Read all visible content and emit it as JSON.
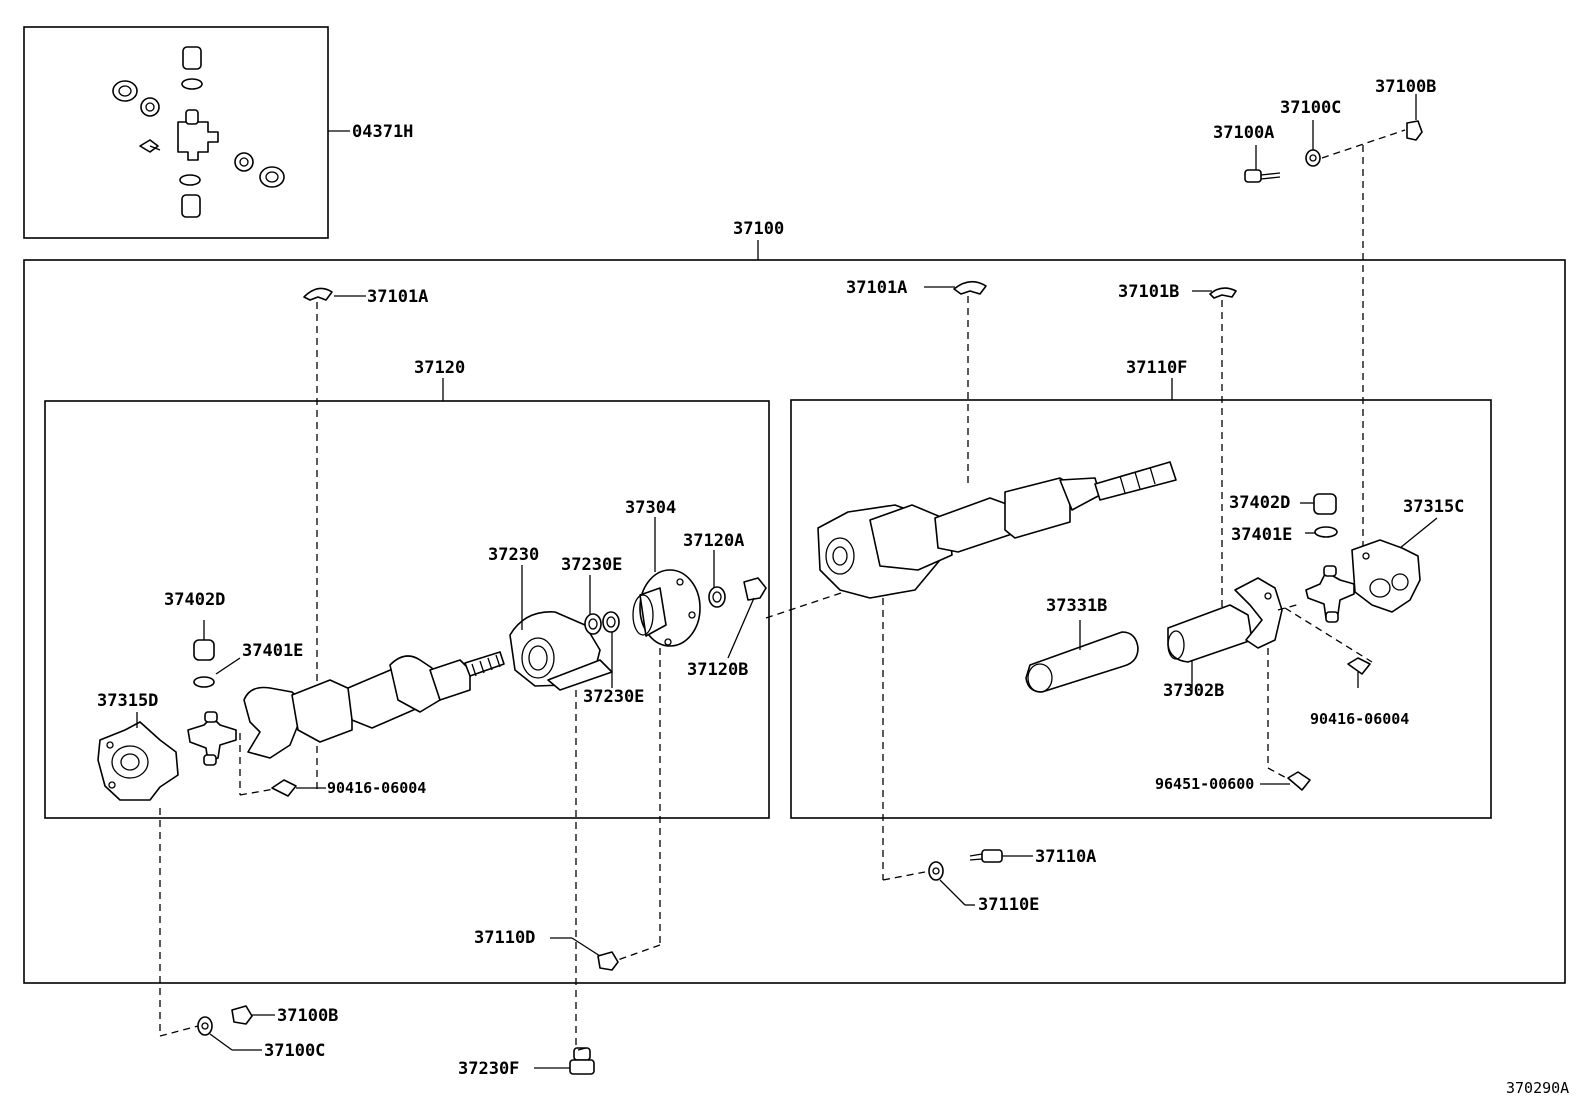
{
  "diagram": {
    "drawing_ref": "370290A",
    "labels": {
      "l_04371H": "04371H",
      "l_37100_top": "37100",
      "l_37100B_tr": "37100B",
      "l_37100C_tr": "37100C",
      "l_37100A_tr": "37100A",
      "l_37101A_l": "37101A",
      "l_37101A_r": "37101A",
      "l_37101B": "37101B",
      "l_37120": "37120",
      "l_37110F": "37110F",
      "l_37304": "37304",
      "l_37230": "37230",
      "l_37230E_a": "37230E",
      "l_37120A": "37120A",
      "l_37402D_l": "37402D",
      "l_37401E_l": "37401E",
      "l_37315D": "37315D",
      "l_37230E_b": "37230E",
      "l_37120B": "37120B",
      "l_90416_l": "90416-06004",
      "l_37402D_r": "37402D",
      "l_37401E_r": "37401E",
      "l_37315C": "37315C",
      "l_37331B": "37331B",
      "l_37302B": "37302B",
      "l_90416_r": "90416-06004",
      "l_96451": "96451-00600",
      "l_37110A": "37110A",
      "l_37110E": "37110E",
      "l_37110D": "37110D",
      "l_37100B_bl": "37100B",
      "l_37100C_bl": "37100C",
      "l_37230F": "37230F"
    }
  }
}
